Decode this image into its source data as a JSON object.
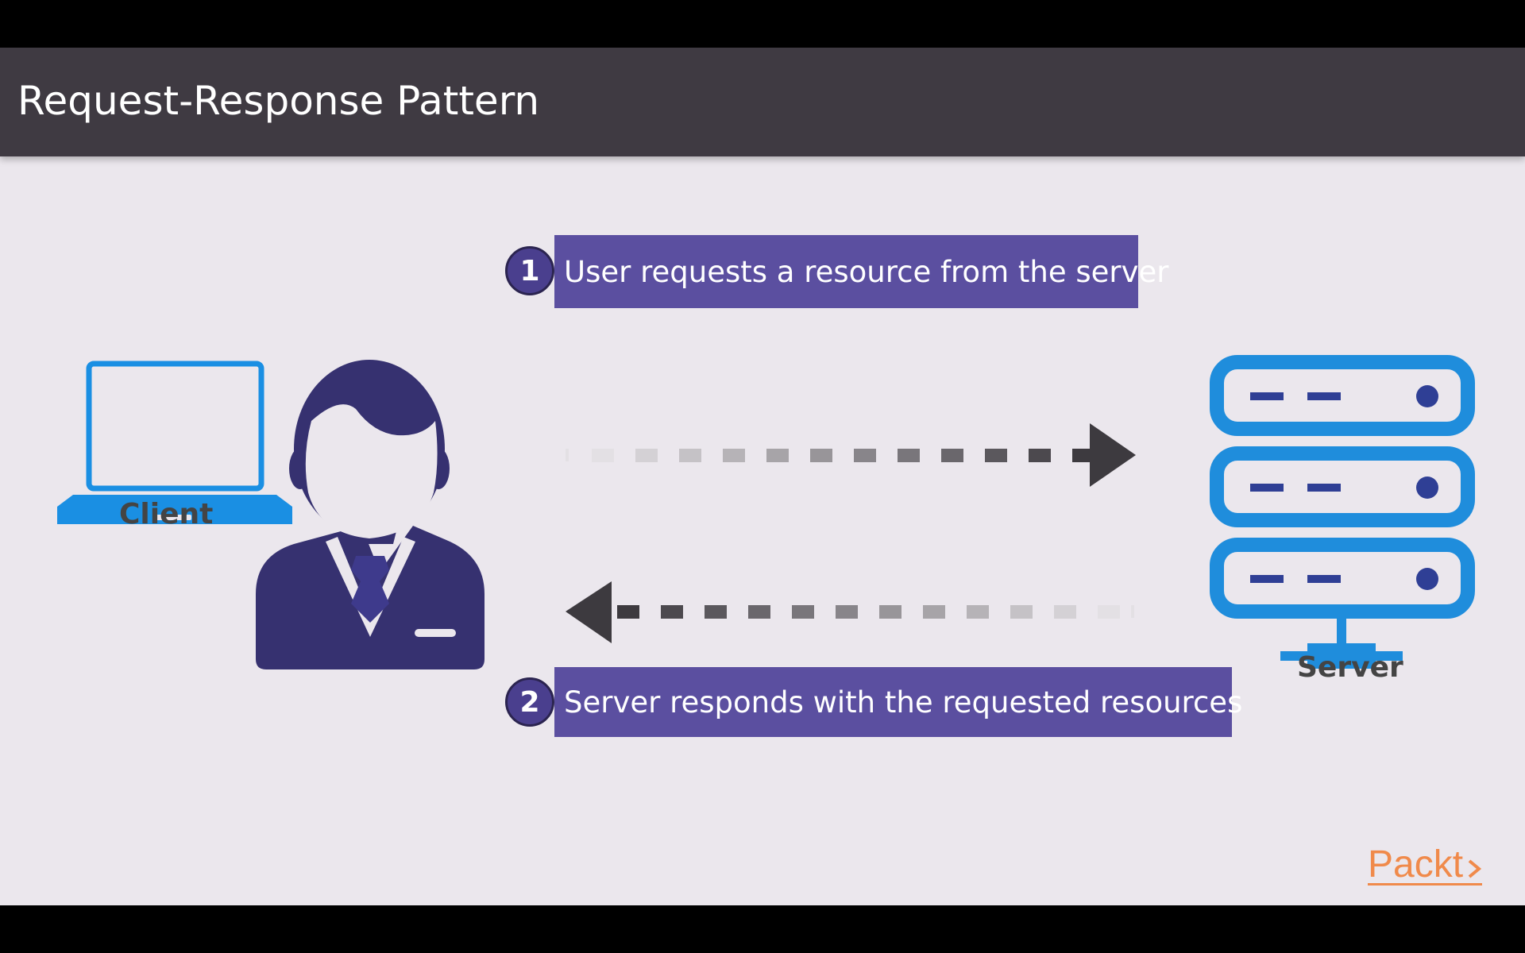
{
  "slide": {
    "title": "Request-Response Pattern"
  },
  "diagram": {
    "client_label": "Client",
    "server_label": "Server",
    "steps": [
      {
        "number": "1",
        "text": "User requests a resource from the server",
        "direction": "client-to-server"
      },
      {
        "number": "2",
        "text": "Server responds with the requested resources",
        "direction": "server-to-client"
      }
    ]
  },
  "brand": {
    "logo_text": "Packt",
    "logo_color": "#f08a4b"
  },
  "colors": {
    "title_bar": "#3f3a42",
    "slide_background": "#ebe7ed",
    "step_box": "#5b4fa0",
    "laptop_blue": "#1a8fe3",
    "server_blue": "#1f8ddc",
    "person_navy": "#363170",
    "arrow_dark": "#3d3a3f"
  },
  "icons": [
    "laptop-icon",
    "person-icon",
    "server-icon",
    "request-arrow-icon",
    "response-arrow-icon",
    "packt-logo"
  ]
}
